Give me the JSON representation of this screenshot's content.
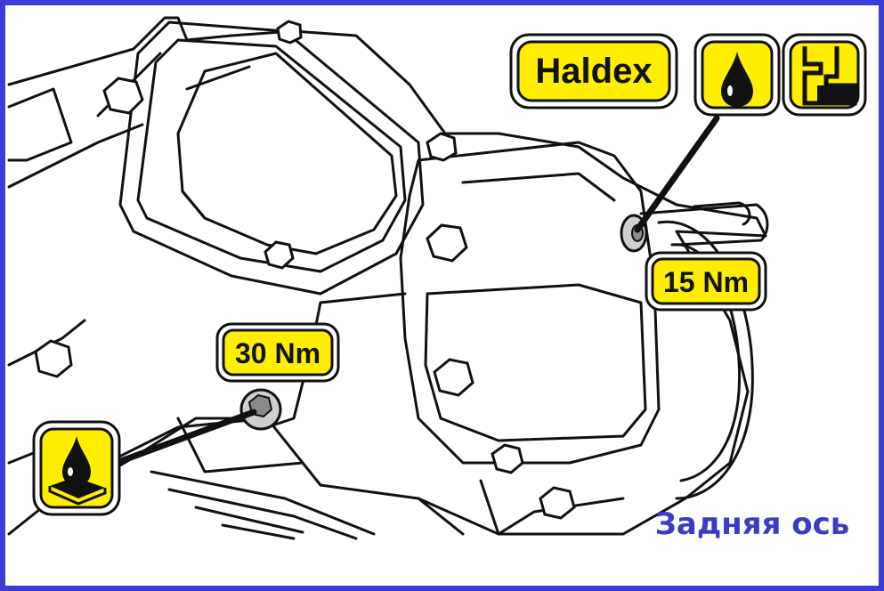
{
  "labels": {
    "brand_badge": "Haldex",
    "torque_top": "15 Nm",
    "torque_left": "30 Nm",
    "caption": "Задняя ось"
  },
  "icons": {
    "oil_drop": "oil-drop-icon",
    "fill_level": "oil-fill-level-icon",
    "drain_plug": "oil-drain-icon"
  },
  "colors": {
    "frame_border": "#3b3bd6",
    "badge_fill": "#ffee00",
    "caption_text": "#3b3bc4",
    "line_art": "#111111"
  }
}
